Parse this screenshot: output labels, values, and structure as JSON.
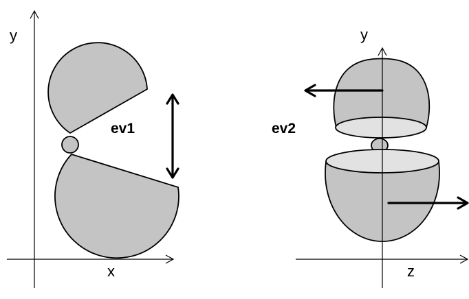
{
  "left_panel": {
    "x_axis_label": "x",
    "y_axis_label": "y",
    "mode_label": "ev1"
  },
  "right_panel": {
    "z_axis_label": "z",
    "y_axis_label": "y",
    "mode_label": "ev2"
  },
  "colors": {
    "shell_fill": "#c4c4c4",
    "cut_face_fill": "#e2e2e2",
    "stroke": "#000000",
    "background": "#ffffff"
  }
}
